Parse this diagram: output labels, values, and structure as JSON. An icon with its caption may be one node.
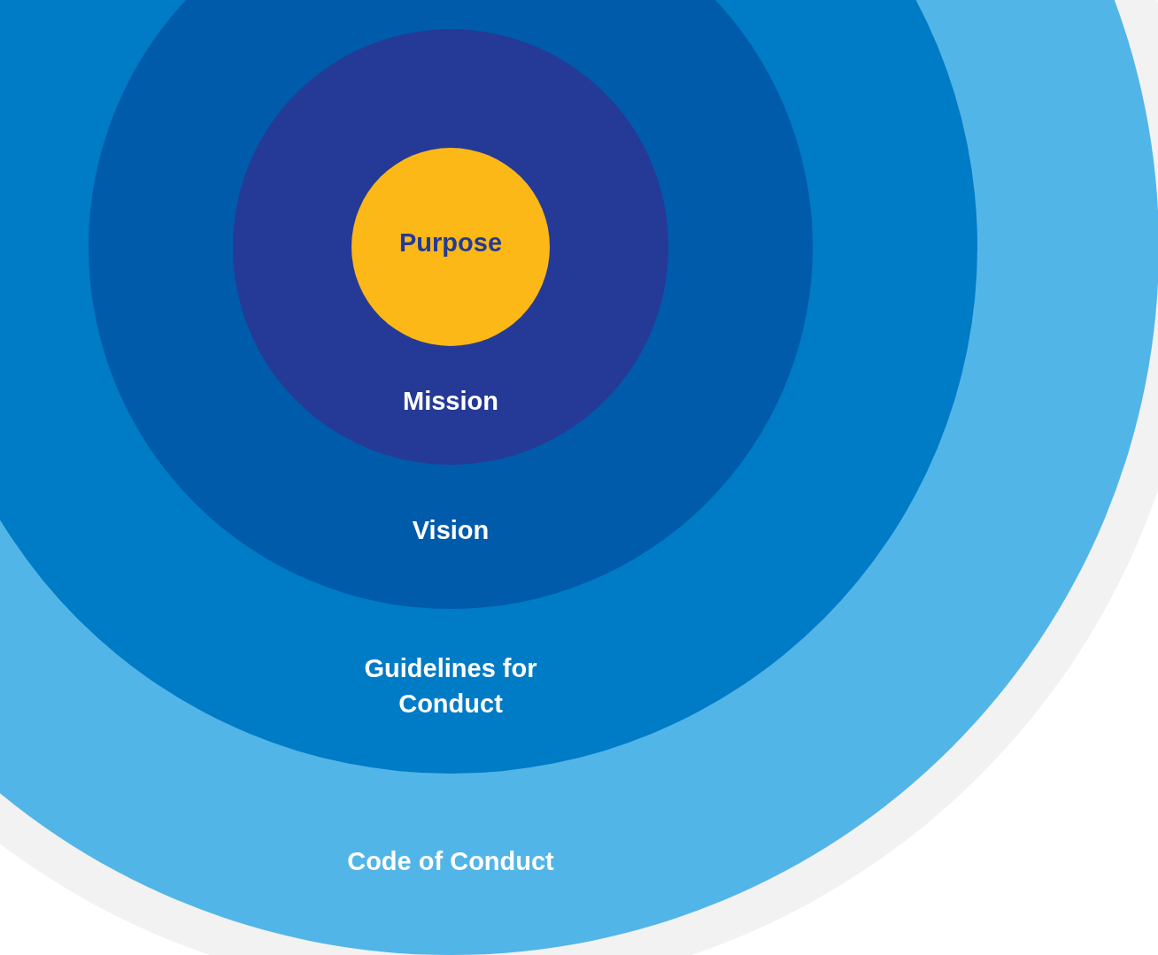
{
  "diagram": {
    "nodes": [
      {
        "text": [
          "Code of Conduct"
        ]
      },
      {
        "text": [
          "Guidelines for Conduct"
        ],
        "in": 0
      },
      {
        "text": [
          "Vision"
        ],
        "in": 1
      },
      {
        "text": [
          "Mission"
        ],
        "in": 2
      },
      {
        "text": [
          "Purpose"
        ],
        "in": 3
      }
    ]
  }
}
